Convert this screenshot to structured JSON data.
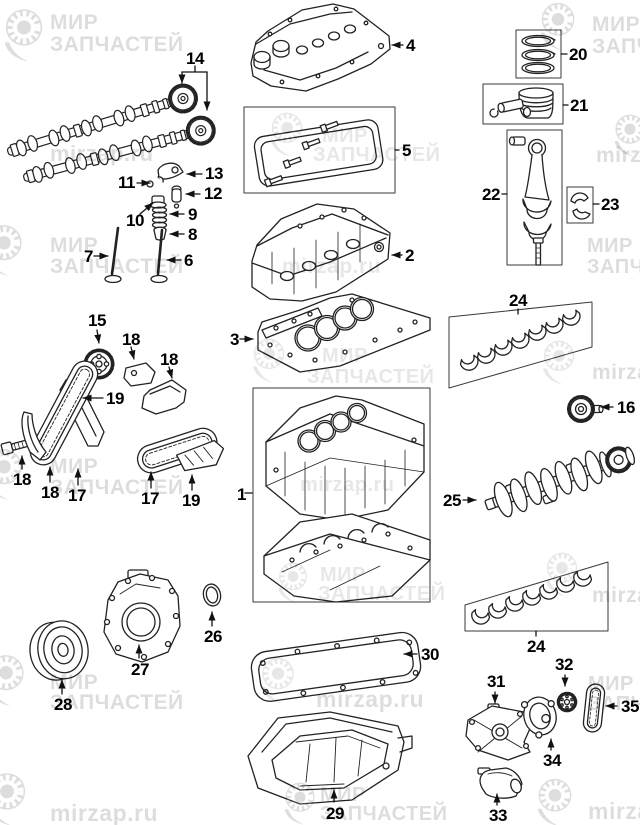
{
  "watermark": {
    "brand_word1": "МИР",
    "brand_word2": "ЗАПЧАСТЕЙ",
    "brand_word2_short": "ЗАПЧ",
    "site": "mirzap.ru"
  },
  "colors": {
    "line_art": "#222222",
    "box_frame": "#3a3a3a",
    "label_text": "#000000",
    "watermark_gray_opacity": "13%",
    "background": "#ffffff"
  },
  "callouts": [
    {
      "num": "14"
    },
    {
      "num": "13"
    },
    {
      "num": "11"
    },
    {
      "num": "12"
    },
    {
      "num": "10"
    },
    {
      "num": "9"
    },
    {
      "num": "8"
    },
    {
      "num": "7"
    },
    {
      "num": "6"
    },
    {
      "num": "4"
    },
    {
      "num": "5"
    },
    {
      "num": "2"
    },
    {
      "num": "3"
    },
    {
      "num": "20"
    },
    {
      "num": "21"
    },
    {
      "num": "22"
    },
    {
      "num": "23"
    },
    {
      "num": "15"
    },
    {
      "num": "18"
    },
    {
      "num": "18"
    },
    {
      "num": "19"
    },
    {
      "num": "18"
    },
    {
      "num": "18"
    },
    {
      "num": "17"
    },
    {
      "num": "17"
    },
    {
      "num": "19"
    },
    {
      "num": "1"
    },
    {
      "num": "24"
    },
    {
      "num": "16"
    },
    {
      "num": "25"
    },
    {
      "num": "24"
    },
    {
      "num": "30"
    },
    {
      "num": "29"
    },
    {
      "num": "26"
    },
    {
      "num": "27"
    },
    {
      "num": "28"
    },
    {
      "num": "31"
    },
    {
      "num": "32"
    },
    {
      "num": "34"
    },
    {
      "num": "33"
    },
    {
      "num": "35"
    }
  ]
}
